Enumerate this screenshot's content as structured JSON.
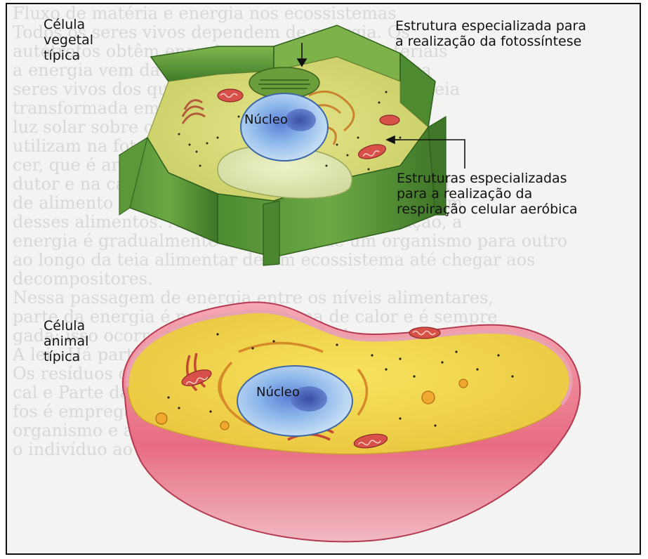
{
  "labels": {
    "plant_cell": [
      "Célula",
      "vegetal",
      "típica"
    ],
    "animal_cell": [
      "Célula",
      "animal",
      "típica"
    ],
    "photosynthesis": [
      "Estrutura especializada para",
      "a realização da fotossíntese"
    ],
    "respiration": [
      "Estruturas especializadas",
      "para a realização da",
      "respiração celular aeróbica"
    ],
    "nucleus_plant": "Núcleo",
    "nucleus_animal": "Núcleo"
  },
  "background_text": [
    "Fluxo de matéria e energia nos ecossistemas",
    "Todos os seres vivos dependem de energia. Os",
    "autótrofos obtêm energia transformando materiais",
    "a energia vem da luz solar e da matéria orgânica",
    "seres vivos dos quais se alimentam; ao longo da teia",
    "transformada em energia química na forma de",
    "luz solar sobre os autótrofos que a utilizam",
    "utilizam na fotossíntese; os heterótrofos obtêm",
    "cer, que é armazenado no corpo do próprio ser",
    "dutor e na cadeia alimentar do organismo produtor",
    "de alimento para os consumidores que se alimentam",
    "desses alimentos. Assim, por meio da alimentação, a",
    "energia é gradualmente transferida de um organismo para outro",
    "ao longo da teia alimentar de um ecossistema até chegar aos",
    "decompositores.",
    "Nessa passagem de energia entre os níveis alimentares,",
    "parte da energia é perdida na forma de calor e é sempre",
    "gada; isso ocorre porque em cada nível",
    "A lei - Há partes das substâncias orgânicas ingeridas a ha",
    "Os resíduos que não são digeridos são eliminados",
    "cal e Parte da energia obtida pelo consumo dos heterotró",
    "fos é empregada nas atividades do próprio",
    "organismo e a esta desenvolvida que está disponível para",
    "o indivíduo ao longo da teia alimentar"
  ],
  "colors": {
    "cell_wall": "#5a9a38",
    "plant_cytoplasm": "#d8dc7a",
    "animal_membrane": "#e8788c",
    "animal_cytoplasm": "#f0d84a",
    "nucleus": "#7aaee0",
    "mitochondria": "#d8504a",
    "golgi": "#e07a5a",
    "reticulum": "#e0a040"
  },
  "icons": [
    "pointer-arrow",
    "leader-line"
  ]
}
